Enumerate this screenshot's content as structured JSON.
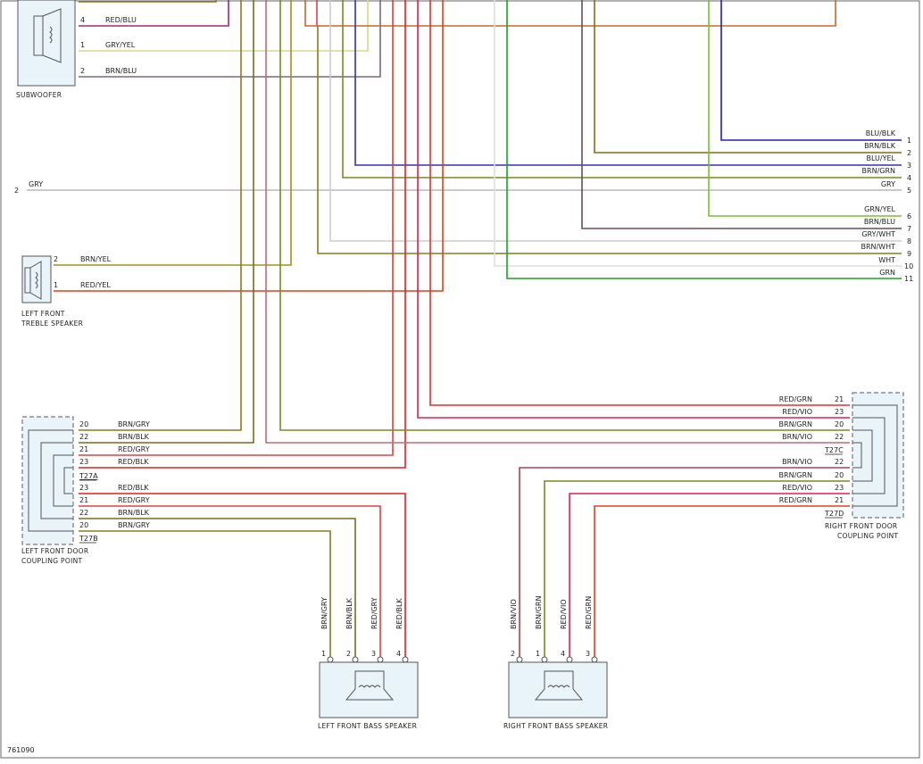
{
  "figure_id": "761090",
  "components": {
    "subwoofer": "SUBWOOFER",
    "lf_treble": [
      "LEFT FRONT",
      "TREBLE SPEAKER"
    ],
    "lf_door": [
      "LEFT FRONT DOOR",
      "COUPLING POINT"
    ],
    "rf_door": [
      "RIGHT FRONT DOOR",
      "COUPLING POINT"
    ],
    "lf_bass": "LEFT FRONT BASS SPEAKER",
    "rf_bass": "RIGHT FRONT BASS SPEAKER"
  },
  "connectors": {
    "t27a": "T27A",
    "t27b": "T27B",
    "t27c": "T27C",
    "t27d": "T27D"
  },
  "subwoofer_pins": [
    {
      "pin": "4",
      "wire": "RED/BLU",
      "color": "#a0287a"
    },
    {
      "pin": "1",
      "wire": "GRY/YEL",
      "color": "#d6d98a"
    },
    {
      "pin": "2",
      "wire": "BRN/BLU",
      "color": "#7a6a7a"
    }
  ],
  "gry_wire": {
    "pin": "2",
    "wire": "GRY",
    "right_pin": "5",
    "color": "#b8b8b8"
  },
  "treble_pins": [
    {
      "pin": "2",
      "wire": "BRN/YEL",
      "color": "#a09020"
    },
    {
      "pin": "1",
      "wire": "RED/YEL",
      "color": "#e04010"
    }
  ],
  "right_pins": [
    {
      "pin": "1",
      "wire": "BLU/BLK",
      "color": "#2020b0"
    },
    {
      "pin": "2",
      "wire": "BRN/BLK",
      "color": "#8a6a10"
    },
    {
      "pin": "3",
      "wire": "BLU/YEL",
      "color": "#3030c0"
    },
    {
      "pin": "4",
      "wire": "BRN/GRN",
      "color": "#7a8a20"
    },
    {
      "pin": "5",
      "wire": "GRY",
      "color": "#b8b8b8"
    },
    {
      "pin": "6",
      "wire": "GRN/YEL",
      "color": "#7ac030"
    },
    {
      "pin": "7",
      "wire": "BRN/BLU",
      "color": "#6a4a5a"
    },
    {
      "pin": "8",
      "wire": "GRY/WHT",
      "color": "#cccccc"
    },
    {
      "pin": "9",
      "wire": "BRN/WHT",
      "color": "#8a7a20"
    },
    {
      "pin": "10",
      "wire": "WHT",
      "color": "#dddddd"
    },
    {
      "pin": "11",
      "wire": "GRN",
      "color": "#20a020"
    }
  ],
  "t27a_pins": [
    {
      "pin": "20",
      "wire": "BRN/GRY"
    },
    {
      "pin": "22",
      "wire": "BRN/BLK"
    },
    {
      "pin": "21",
      "wire": "RED/GRY"
    },
    {
      "pin": "23",
      "wire": "RED/BLK"
    }
  ],
  "t27b_pins": [
    {
      "pin": "23",
      "wire": "RED/BLK"
    },
    {
      "pin": "21",
      "wire": "RED/GRY"
    },
    {
      "pin": "22",
      "wire": "BRN/BLK"
    },
    {
      "pin": "20",
      "wire": "BRN/GRY"
    }
  ],
  "t27c_pins": [
    {
      "pin": "21",
      "wire": "RED/GRN"
    },
    {
      "pin": "23",
      "wire": "RED/VIO"
    },
    {
      "pin": "20",
      "wire": "BRN/GRN"
    },
    {
      "pin": "22",
      "wire": "BRN/VIO"
    }
  ],
  "t27d_pins": [
    {
      "pin": "22",
      "wire": "BRN/VIO"
    },
    {
      "pin": "20",
      "wire": "BRN/GRN"
    },
    {
      "pin": "23",
      "wire": "RED/VIO"
    },
    {
      "pin": "21",
      "wire": "RED/GRN"
    }
  ],
  "lf_bass_pins": [
    {
      "pin": "1",
      "wire": "BRN/GRY"
    },
    {
      "pin": "2",
      "wire": "BRN/BLK"
    },
    {
      "pin": "3",
      "wire": "RED/GRY"
    },
    {
      "pin": "4",
      "wire": "RED/BLK"
    }
  ],
  "rf_bass_pins": [
    {
      "pin": "2",
      "wire": "BRN/VIO"
    },
    {
      "pin": "1",
      "wire": "BRN/GRN"
    },
    {
      "pin": "4",
      "wire": "RED/VIO"
    },
    {
      "pin": "3",
      "wire": "RED/GRN"
    }
  ]
}
